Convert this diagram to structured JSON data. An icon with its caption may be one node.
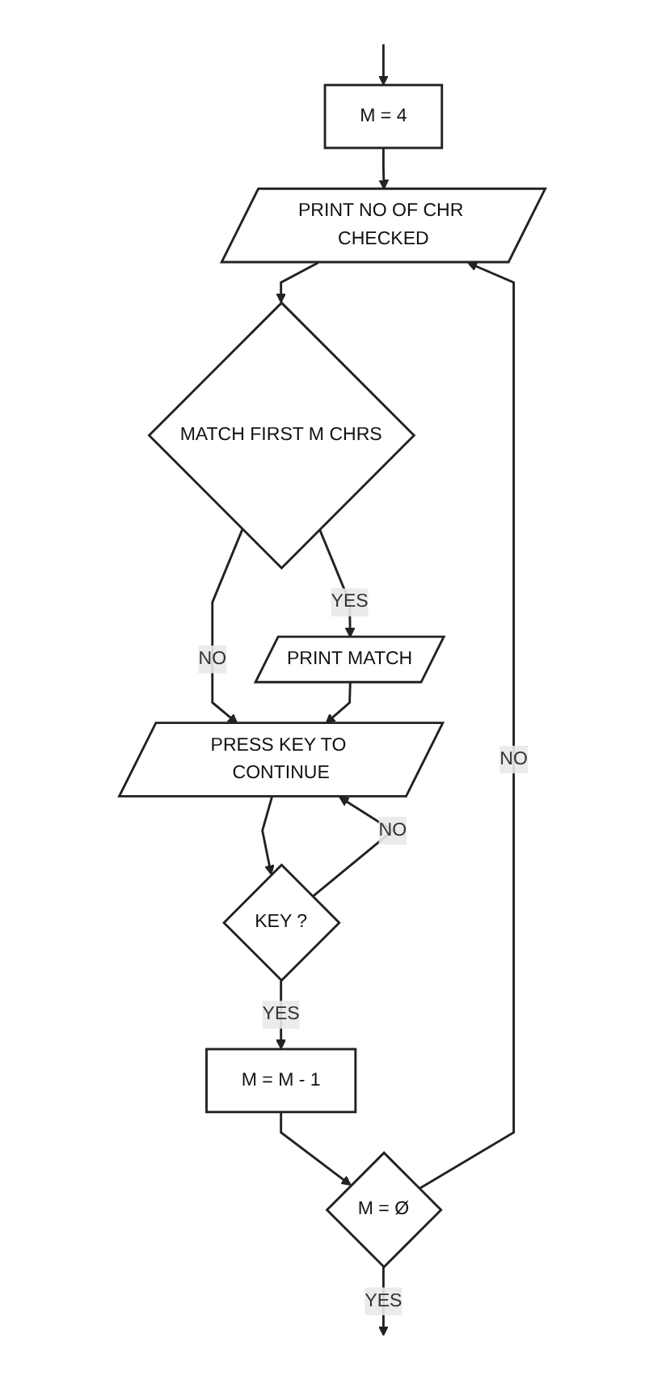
{
  "diagram": {
    "nodes": [
      {
        "text": [
          "M = 4"
        ]
      },
      {
        "text": [
          "PRINT NO OF CHR CHECKED"
        ]
      },
      {
        "text": [
          "MATCH FIRST M CHRS"
        ]
      },
      {
        "text": [
          "PRINT MATCH"
        ]
      },
      {
        "text": [
          "PRESS KEY TO CONTINUE"
        ]
      },
      {
        "text": [
          "KEY ?"
        ]
      },
      {
        "text": [
          "M = M - 1"
        ]
      },
      {
        "text": [
          "M = Ø"
        ]
      }
    ],
    "edges": [
      {
        "from": null,
        "to": 0,
        "arrow": "to"
      },
      {
        "from": 0,
        "to": 1,
        "arrow": "to"
      },
      {
        "from": 1,
        "to": 2,
        "arrow": "to"
      },
      {
        "from": 2,
        "to": 3,
        "arrow": "to",
        "label": "YES"
      },
      {
        "from": 2,
        "to": 4,
        "arrow": "to",
        "label": "NO"
      },
      {
        "from": 3,
        "to": 4,
        "arrow": "to"
      },
      {
        "from": 4,
        "to": 5,
        "arrow": "to"
      },
      {
        "from": 5,
        "to": 4,
        "arrow": "to",
        "label": "NO"
      },
      {
        "from": 5,
        "to": 6,
        "arrow": "to",
        "label": "YES"
      },
      {
        "from": 6,
        "to": 7,
        "arrow": "to"
      },
      {
        "from": 7,
        "to": 1,
        "arrow": "to",
        "label": "NO"
      },
      {
        "from": 7,
        "to": null,
        "arrow": "to",
        "label": "YES"
      }
    ]
  }
}
